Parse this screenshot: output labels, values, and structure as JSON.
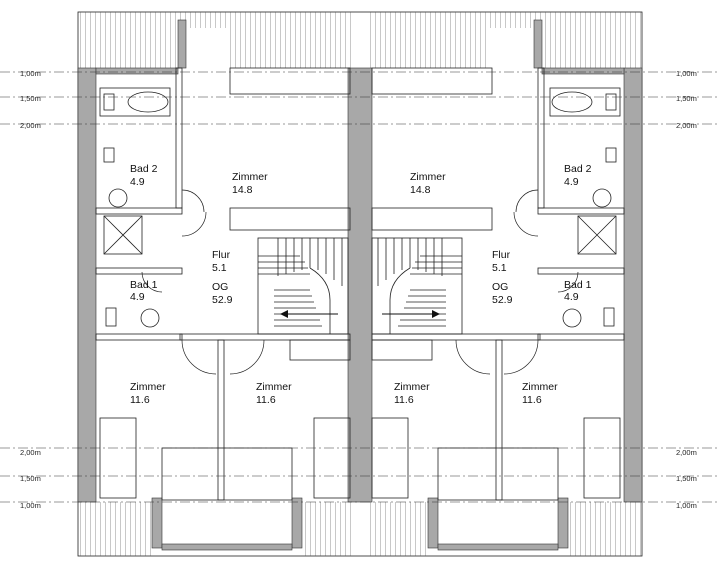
{
  "dimension_lines": {
    "left": [
      "1,00m",
      "1,50m",
      "2,00m",
      "2,00m",
      "1,50m",
      "1,00m"
    ],
    "right": [
      "1,00m",
      "1,50m",
      "2,00m",
      "2,00m",
      "1,50m",
      "1,00m"
    ]
  },
  "rooms": {
    "left_house": {
      "bad2": {
        "name": "Bad 2",
        "area": "4.9"
      },
      "zimmer_top": {
        "name": "Zimmer",
        "area": "14.8"
      },
      "flur": {
        "name": "Flur",
        "area": "5.1"
      },
      "og": {
        "name": "OG",
        "area": "52.9"
      },
      "bad1": {
        "name": "Bad 1",
        "area": "4.9"
      },
      "zimmer_bl": {
        "name": "Zimmer",
        "area": "11.6"
      },
      "zimmer_br": {
        "name": "Zimmer",
        "area": "11.6"
      }
    },
    "right_house": {
      "bad2": {
        "name": "Bad 2",
        "area": "4.9"
      },
      "zimmer_top": {
        "name": "Zimmer",
        "area": "14.8"
      },
      "flur": {
        "name": "Flur",
        "area": "5.1"
      },
      "og": {
        "name": "OG",
        "area": "52.9"
      },
      "bad1": {
        "name": "Bad 1",
        "area": "4.9"
      },
      "zimmer_bl": {
        "name": "Zimmer",
        "area": "11.6"
      },
      "zimmer_br": {
        "name": "Zimmer",
        "area": "11.6"
      }
    }
  },
  "colors": {
    "wall": "#a8a8a8",
    "line": "#222222",
    "background": "#ffffff"
  }
}
